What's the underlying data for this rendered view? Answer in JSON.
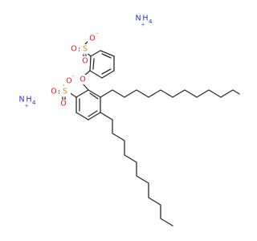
{
  "molecule": {
    "elements": {
      "oxygen": "O",
      "sulfur": "S",
      "nitrogen": "N",
      "hydrogen_count": "4",
      "hydrogen": "H",
      "charge_minus": "-",
      "charge_plus": "+"
    },
    "colors": {
      "bond": "#2a2a2a",
      "oxygen": "#e8141a",
      "sulfur": "#b3a11c",
      "nitrogen": "#1f2fe0"
    }
  }
}
